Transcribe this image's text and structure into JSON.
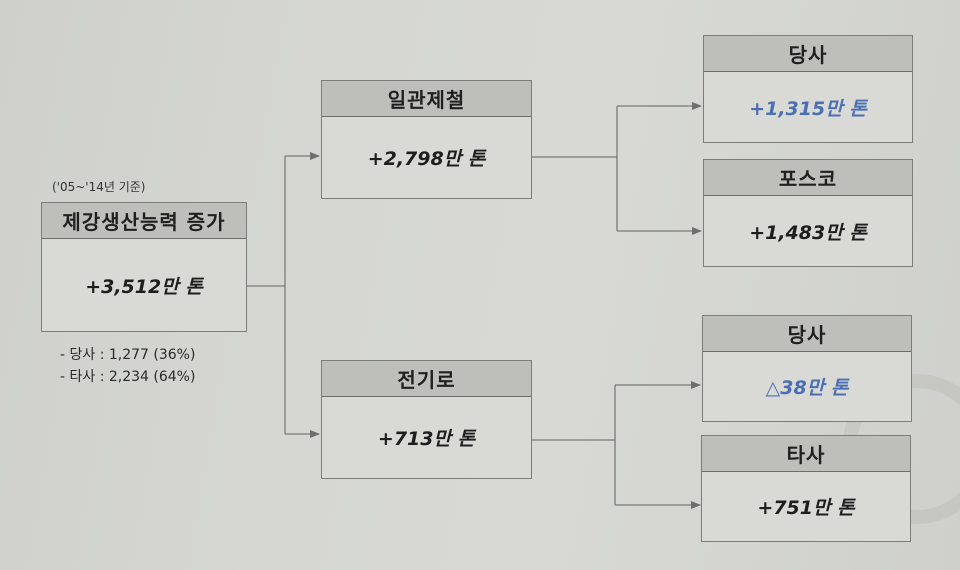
{
  "note": "('05~'14년 기준)",
  "root": {
    "title": "제강생산능력 증가",
    "value": "+3,512만 톤",
    "breakdown": [
      "- 당사 : 1,277 (36%)",
      "- 타사 : 2,234 (64%)"
    ]
  },
  "branches": [
    {
      "title": "일관제철",
      "value": "+2,798만 톤",
      "children": [
        {
          "title": "당사",
          "value": "+1,315만 톤",
          "highlight": true
        },
        {
          "title": "포스코",
          "value": "+1,483만 톤",
          "highlight": false
        }
      ]
    },
    {
      "title": "전기로",
      "value": "+713만 톤",
      "children": [
        {
          "title": "당사",
          "value": "△38만 톤",
          "highlight": true
        },
        {
          "title": "타사",
          "value": "+751만 톤",
          "highlight": false
        }
      ]
    }
  ],
  "colors": {
    "highlight_text": "#4a6fb3",
    "header_fill": "#bebfbb",
    "box_fill": "#d9dad6",
    "line": "#7a7a78"
  }
}
